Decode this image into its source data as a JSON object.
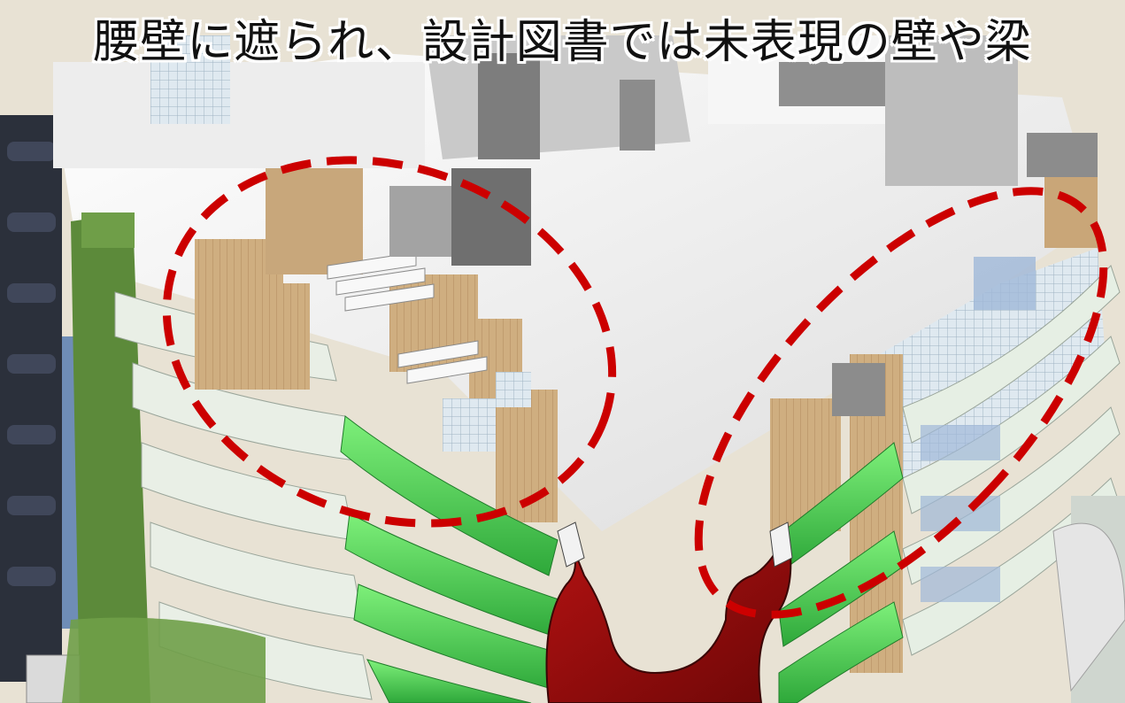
{
  "caption": "腰壁に遮られ、設計図書では未表現の壁や梁",
  "colors": {
    "highlight_ellipse": "#cc0000",
    "beam_green": "#49c94a",
    "wall_red": "#8b0a0a",
    "wood": "#c9a678",
    "slab_white": "#f4f4f4",
    "facade_green": "#5c8a3a",
    "column_dark": "#2a2f3a",
    "glass_blue": "#9fb8d8"
  },
  "highlights": [
    "dashed-ellipse-left",
    "dashed-ellipse-right"
  ]
}
